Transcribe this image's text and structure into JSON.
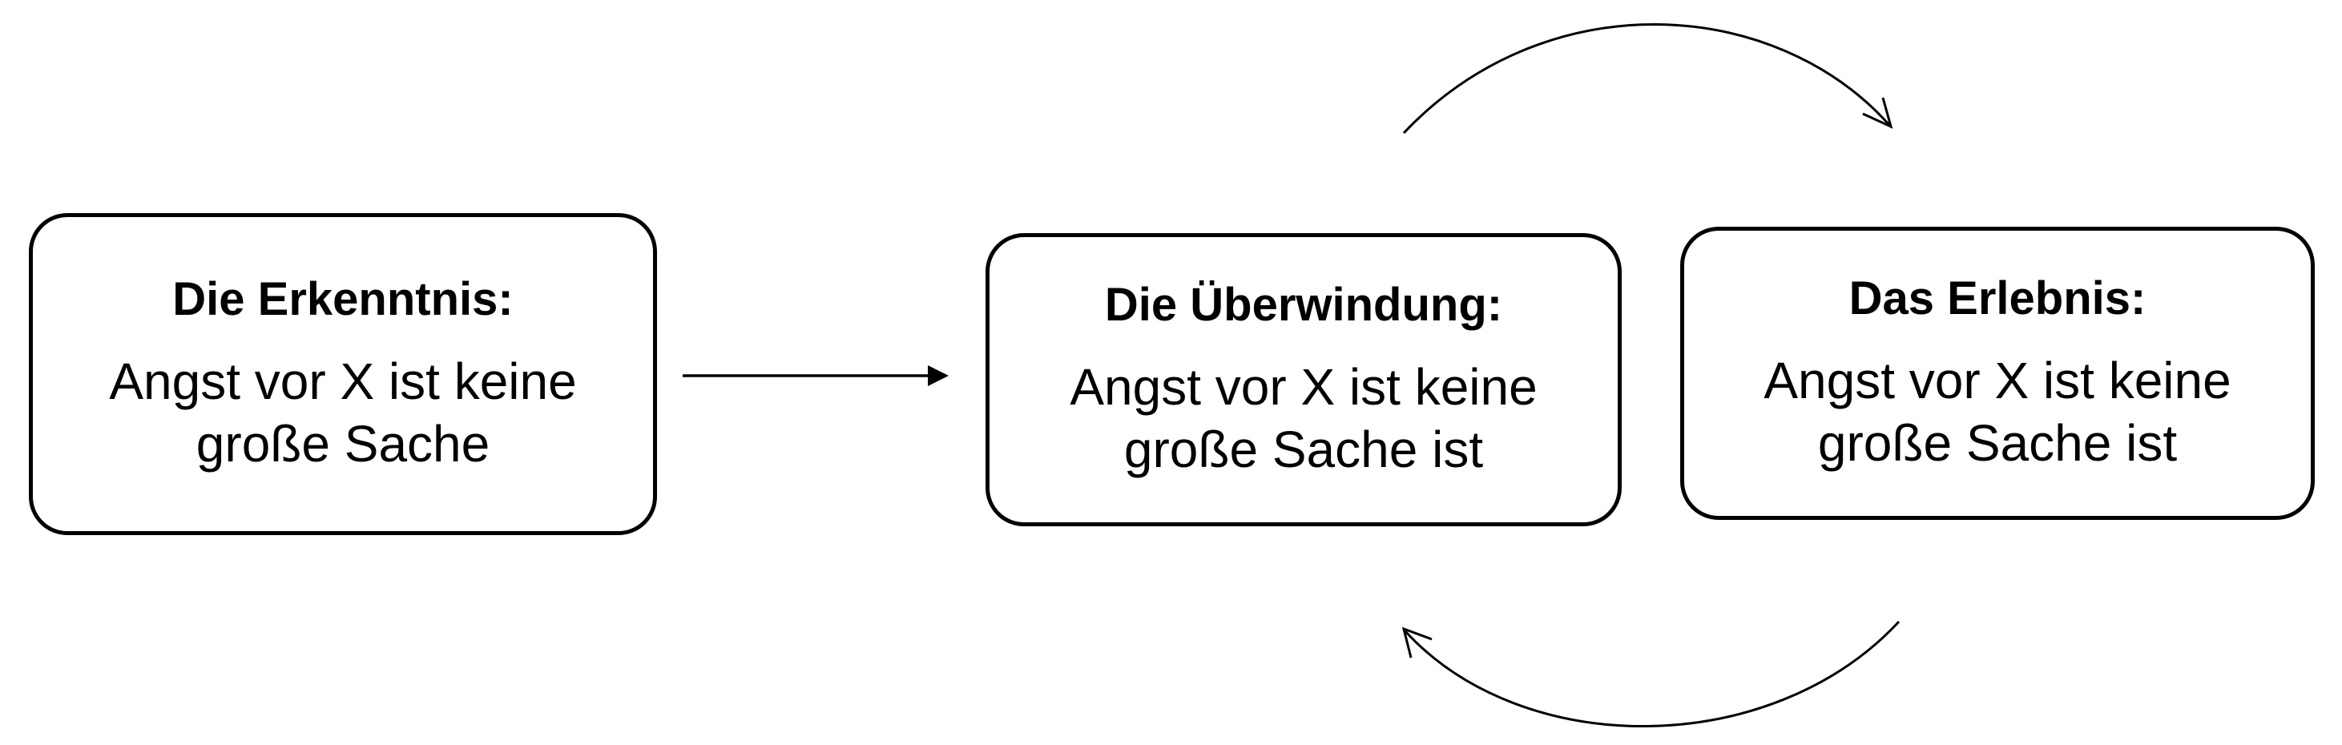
{
  "diagram": {
    "nodes": [
      {
        "id": "erkenntnis",
        "title": "Die Erkenntnis:",
        "lines": [
          "Angst vor X ist keine",
          "große Sache"
        ]
      },
      {
        "id": "ueberwindung",
        "title": "Die Überwindung:",
        "lines": [
          "Angst vor X ist keine",
          "große Sache ist"
        ]
      },
      {
        "id": "erlebnis",
        "title": "Das Erlebnis:",
        "lines": [
          "Angst vor X ist keine",
          "große Sache ist"
        ]
      }
    ],
    "edges": [
      {
        "from": "erkenntnis",
        "to": "ueberwindung",
        "style": "straight"
      },
      {
        "from": "ueberwindung",
        "to": "erlebnis",
        "style": "curved-top"
      },
      {
        "from": "erlebnis",
        "to": "ueberwindung",
        "style": "curved-bottom"
      }
    ],
    "colors": {
      "stroke": "#000000",
      "fill": "#ffffff",
      "text": "#000000"
    }
  }
}
